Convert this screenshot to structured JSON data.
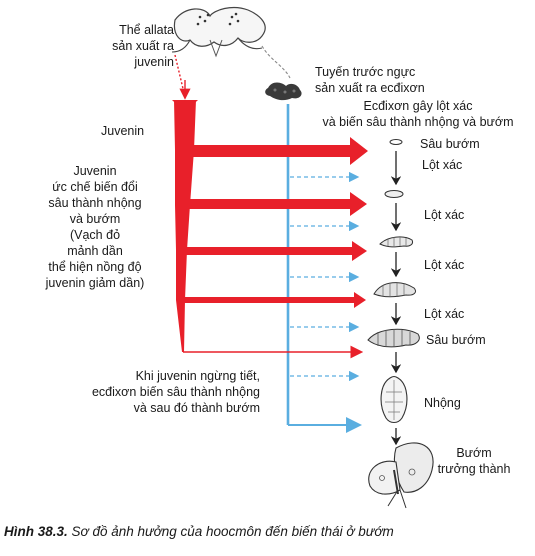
{
  "labels": {
    "allata": [
      "Thể allata",
      "sản xuất ra",
      "juvenin"
    ],
    "prothoracic": [
      "Tuyến trước ngực",
      "sản xuất ra ecđixơn"
    ],
    "ecdysone_effect": [
      "Ecđixơn gây lột xác",
      "và biến sâu thành nhộng và bướm"
    ],
    "juvenin": "Juvenin",
    "juvenin_effect": [
      "Juvenin",
      "ức chế biến đổi",
      "sâu thành nhộng",
      "và bướm",
      "(Vạch đỏ",
      "mảnh dần",
      "thể hiện nồng độ",
      "juvenin giảm dần)"
    ],
    "stop_note": [
      "Khi juvenin ngừng tiết,",
      "ecđixơn biến sâu thành nhộng",
      "và sau đó thành bướm"
    ]
  },
  "stages": {
    "larva_top": "Sâu bướm",
    "molt_1": "Lột xác",
    "molt_2": "Lột xác",
    "molt_3": "Lột xác",
    "molt_4": "Lột xác",
    "larva_final": "Sâu bướm",
    "pupa": "Nhộng",
    "adult": [
      "Bướm",
      "trưởng thành"
    ]
  },
  "caption": {
    "number": "Hình 38.3.",
    "text": "Sơ đồ ảnh hưởng của hoocmôn đến biến thái ở bướm"
  },
  "colors": {
    "juvenin_red": "#e8202a",
    "ecdysone_blue": "#5aaee0",
    "arrow_black": "#222222"
  }
}
